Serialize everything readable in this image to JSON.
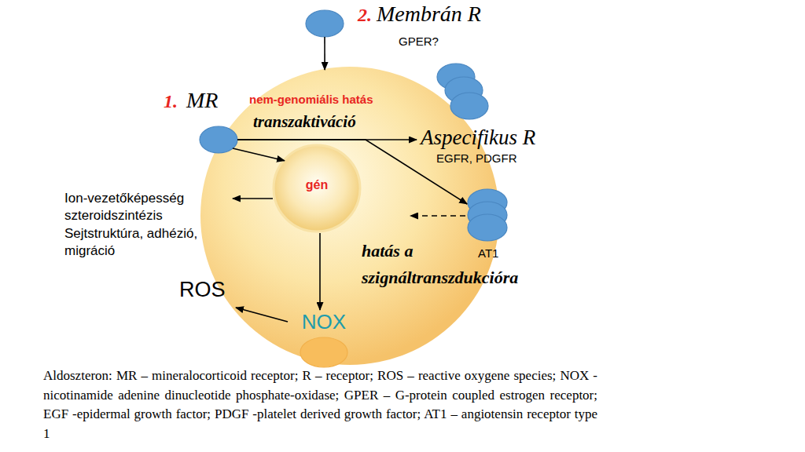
{
  "diagram": {
    "caption": "Aldoszteron: MR – mineralocorticoid receptor; R – receptor; ROS – reactive oxygene species; NOX - nicotinamide adenine dinucleotide phosphate-oxidase; GPER – G-protein coupled estrogen receptor; EGF -epidermal growth factor; PDGF -platelet derived growth factor; AT1 – angiotensin receptor type 1",
    "nodes": [
      {
        "text": [
          "2.",
          "Membrán R",
          "GPER?"
        ]
      },
      {
        "text": [
          "hatás a szignáltranszdukcióra"
        ]
      },
      {
        "text": [
          "1.",
          "MR"
        ],
        "in": 1
      },
      {
        "text": [
          "gén"
        ],
        "in": 1
      },
      {
        "text": [
          "Aspecifikus R",
          "EGFR, PDGFR"
        ]
      },
      {
        "text": [
          "AT1"
        ]
      },
      {
        "text": [
          "NOX"
        ],
        "in": 1
      }
    ],
    "edges": [
      {
        "from": 0,
        "to": 1,
        "arrow": "to"
      },
      {
        "from": 2,
        "to": 4,
        "label": "transzaktiváció",
        "arrow": "to"
      },
      {
        "from": 2,
        "to": 3,
        "arrow": "to"
      },
      {
        "from": 2,
        "to": 5,
        "arrow": "to"
      },
      {
        "from": 3,
        "to": 6,
        "arrow": "to"
      }
    ],
    "labels": [
      "nem-genomiális hatás",
      "Ion-vezetőképesség",
      "szteroidszintézis",
      "Sejtstruktúra, adhézió, migráció",
      "ROS"
    ]
  }
}
